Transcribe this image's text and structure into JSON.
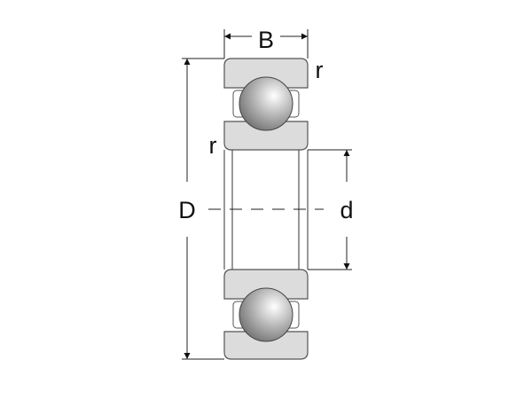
{
  "labels": {
    "width": "B",
    "outer_diameter": "D",
    "bore_diameter": "d",
    "radius_top": "r",
    "radius_inner": "r"
  },
  "colors": {
    "ring_fill": "#dcdcdc",
    "outline": "#555555",
    "ball_light": "#ffffff",
    "ball_dark": "#6e6e6e"
  }
}
